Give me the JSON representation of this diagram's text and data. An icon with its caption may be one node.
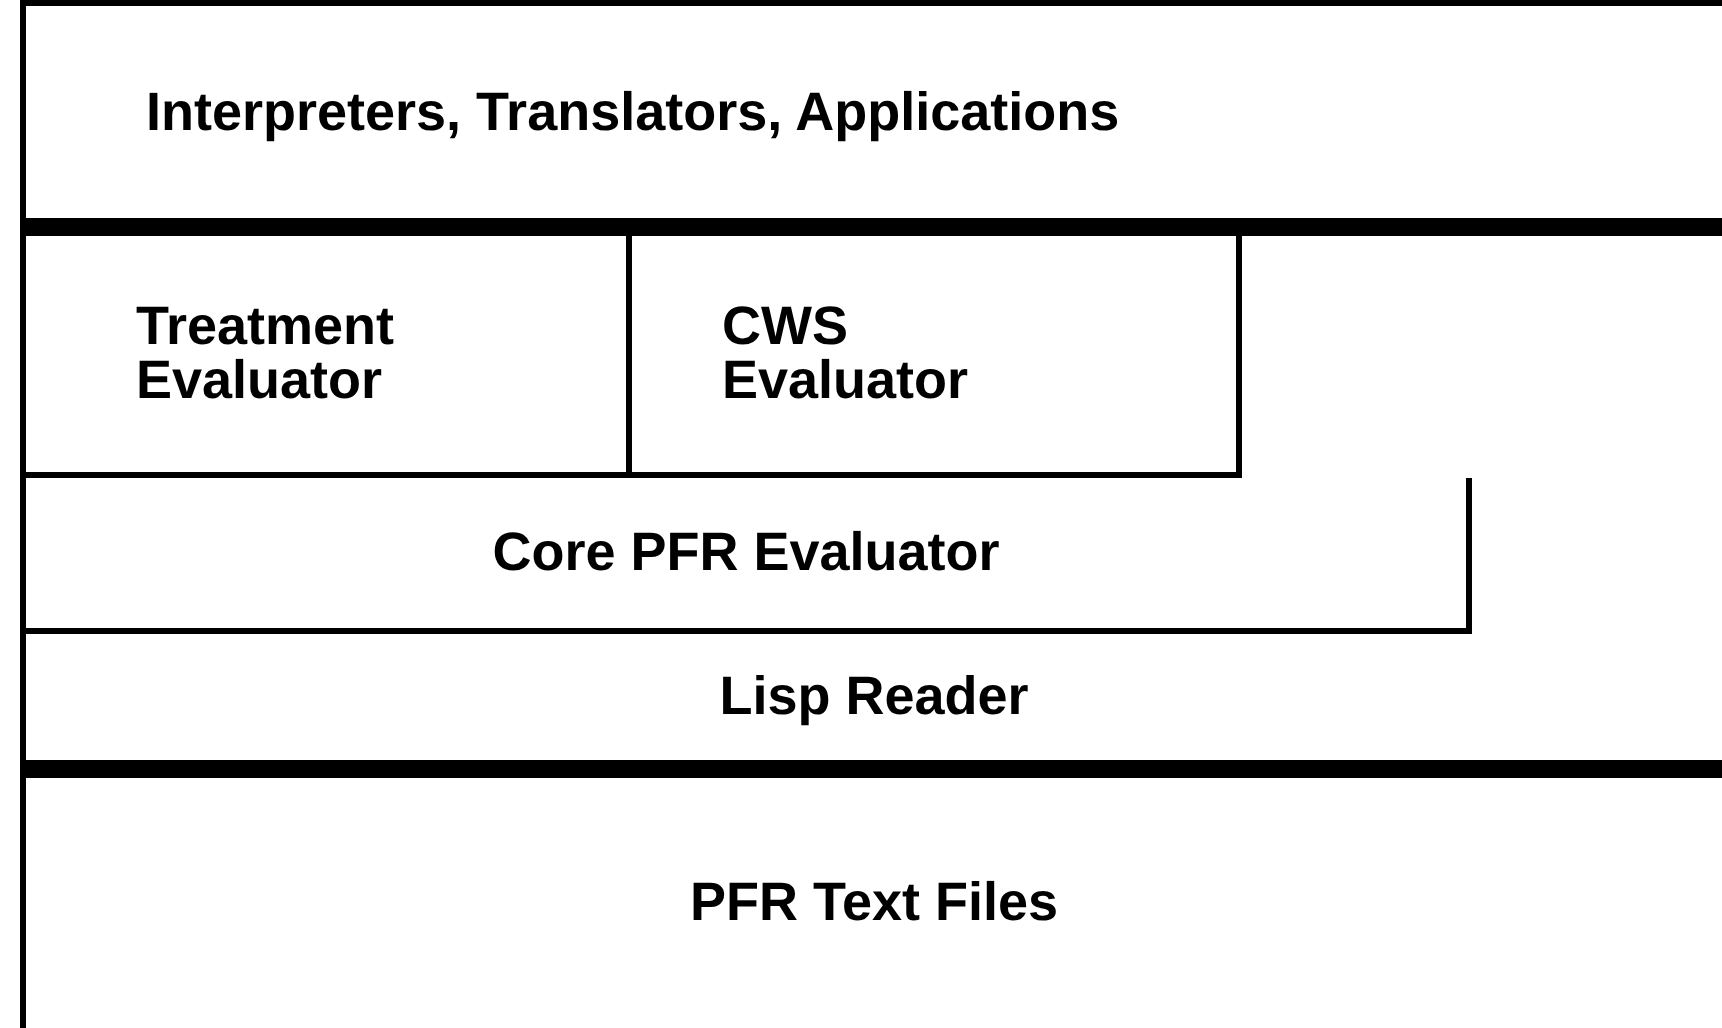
{
  "diagram": {
    "nodes": [
      {
        "text": [
          "Interpreters, Translators, Applications"
        ]
      },
      {
        "text": [
          "Treatment Evaluator"
        ]
      },
      {
        "text": [
          "CWS Evaluator"
        ]
      },
      {
        "text": [
          "Core PFR Evaluator"
        ]
      },
      {
        "text": [
          "Lisp Reader"
        ]
      },
      {
        "text": [
          "PFR Text Files"
        ]
      }
    ]
  }
}
